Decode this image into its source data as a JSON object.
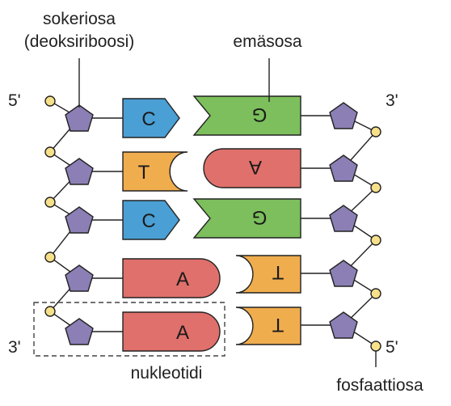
{
  "labels": {
    "sugar": "sokeriosa",
    "sugar_sub": "(deoksiriboosi)",
    "base": "emäsosa",
    "phosphate": "fosfaattiosa",
    "nucleotide": "nukleotidi",
    "left_top_end": "5'",
    "left_bottom_end": "3'",
    "right_top_end": "3'",
    "right_bottom_end": "5'"
  },
  "pairs": [
    {
      "left": "C",
      "right": "G"
    },
    {
      "left": "T",
      "right": "A"
    },
    {
      "left": "C",
      "right": "G"
    },
    {
      "left": "A",
      "right": "T"
    },
    {
      "left": "A",
      "right": "T"
    }
  ],
  "colors": {
    "C": "#4a9fd4",
    "G": "#7cbf5c",
    "T": "#f0ad4e",
    "A": "#e0706b",
    "sugar": "#8c7fb5",
    "phosphate": "#f7e08a"
  }
}
